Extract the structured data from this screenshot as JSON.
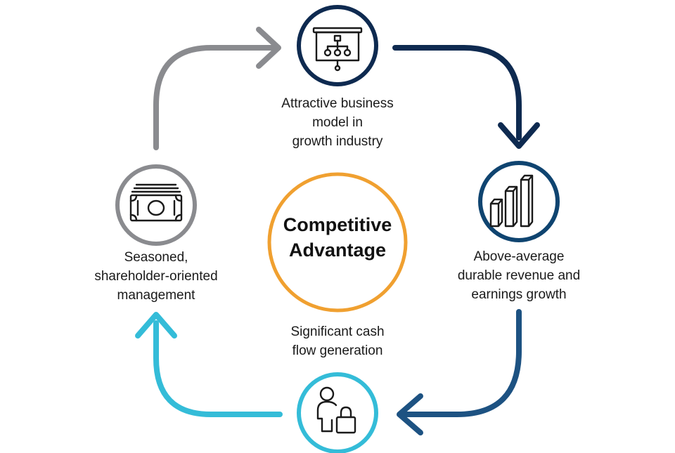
{
  "colors": {
    "navy": "#0e2a50",
    "dark_blue": "#0f4470",
    "steel_blue": "#1d5282",
    "cyan": "#34bcd8",
    "gray": "#8a8b8f",
    "orange": "#f0a030",
    "icon": "#1a1a1a"
  },
  "center": {
    "line1": "Competitive",
    "line2": "Advantage"
  },
  "nodes": [
    {
      "id": "business-model",
      "icon": "presentation-board-icon",
      "label_lines": [
        "Attractive business",
        "model in",
        "growth industry"
      ]
    },
    {
      "id": "revenue-growth",
      "icon": "bar-chart-icon",
      "label_lines": [
        "Above-average",
        "durable revenue and",
        "earnings growth"
      ]
    },
    {
      "id": "cash-flow",
      "icon": "shopper-bag-icon",
      "label_lines": [
        "Significant cash",
        "flow generation"
      ]
    },
    {
      "id": "management",
      "icon": "cash-stack-icon",
      "label_lines": [
        "Seasoned,",
        "shareholder-oriented",
        "management"
      ]
    }
  ]
}
